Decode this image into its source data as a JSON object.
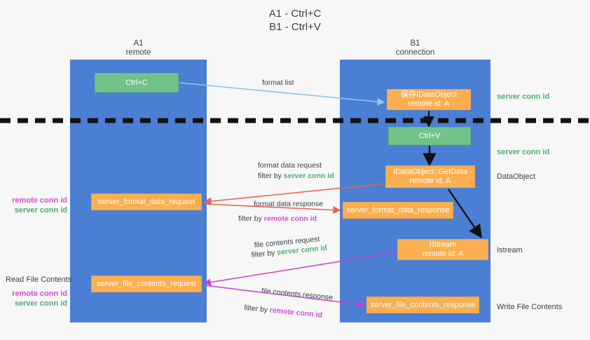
{
  "title": {
    "line1": "A1 - Ctrl+C",
    "line2": "B1 - Ctrl+V"
  },
  "lanes": [
    {
      "name": "A1",
      "sub": "remote"
    },
    {
      "name": "B1",
      "sub": "connection"
    }
  ],
  "nodes": {
    "ctrl_c": {
      "label": "Ctrl+C",
      "color": "#72c387"
    },
    "save_idataobject": {
      "line1": "保存IDataObject",
      "line2": "remote id: A",
      "color": "#fcaf51"
    },
    "ctrl_v": {
      "label": "Ctrl+V",
      "color": "#72c387"
    },
    "getdata": {
      "line1": "IDataObject::GetData",
      "line2": "remote id: A",
      "color": "#fcaf51"
    },
    "server_format_data_request": {
      "label": "server_format_data_request",
      "color": "#fcaf51"
    },
    "server_format_data_response": {
      "label": "server_format_data_response",
      "color": "#fcaf51"
    },
    "istream": {
      "line1": "IStream",
      "line2": "remote id: A",
      "color": "#fcaf51"
    },
    "server_file_contents_request": {
      "label": "server_file_contents_request",
      "color": "#fcaf51"
    },
    "server_file_contents_response": {
      "label": "server_file_contents_response",
      "color": "#fcaf51"
    }
  },
  "side_labels": {
    "server_conn_id_1": "server conn id",
    "server_conn_id_2": "server conn id",
    "dataobject": "DataObject",
    "istream": "Istream",
    "write_file_contents": "Write File Contents",
    "read_file_contents": "Read File Contents",
    "left_remote_conn_id_1": "remote conn id",
    "left_server_conn_id_1": "server conn id",
    "left_remote_conn_id_2": "remote conn id",
    "left_server_conn_id_2": "server conn id"
  },
  "arrow_labels": {
    "format_list": "format list",
    "format_data_request": "format data request",
    "filter_by_prefix": "filter by",
    "filter_server_conn_id_1": "server conn id",
    "format_data_response": "format data response",
    "filter_remote_conn_id_1": "remote conn id",
    "file_contents_request": "file contents request",
    "filter_server_conn_id_2": "server conn id",
    "file_contents_response": "file contents response",
    "filter_remote_conn_id_2": "remote conn id"
  },
  "colors": {
    "lane": "#4a7fd4",
    "green_node": "#72c387",
    "orange_node": "#fcaf51",
    "green_text": "#4caf70",
    "magenta_text": "#d14fd1",
    "arrow_blue": "#8ec4ea",
    "arrow_red": "#e8615a",
    "arrow_magenta": "#cc3fcc",
    "arrow_black": "#111111",
    "background": "#f7f7f7"
  }
}
